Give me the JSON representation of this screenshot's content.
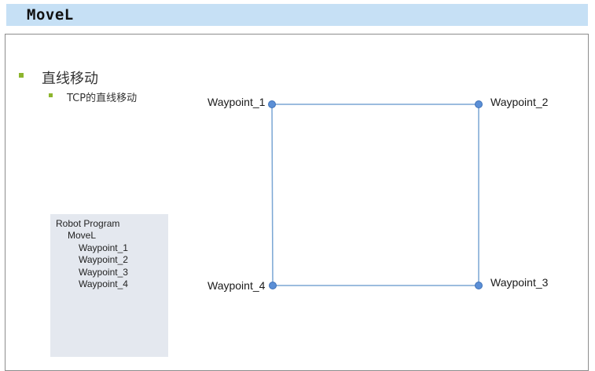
{
  "title": "MoveL",
  "bullets": {
    "main": "直线移动",
    "sub": "TCP的直线移动"
  },
  "program": {
    "lines": [
      "Robot Program",
      "MoveL",
      "Waypoint_1",
      "Waypoint_2",
      "Waypoint_3",
      "Waypoint_4"
    ]
  },
  "diagram": {
    "waypoints": [
      "Waypoint_1",
      "Waypoint_2",
      "Waypoint_3",
      "Waypoint_4"
    ],
    "line_color": "#7aa6d4",
    "point_color": "#5b8fd6"
  }
}
